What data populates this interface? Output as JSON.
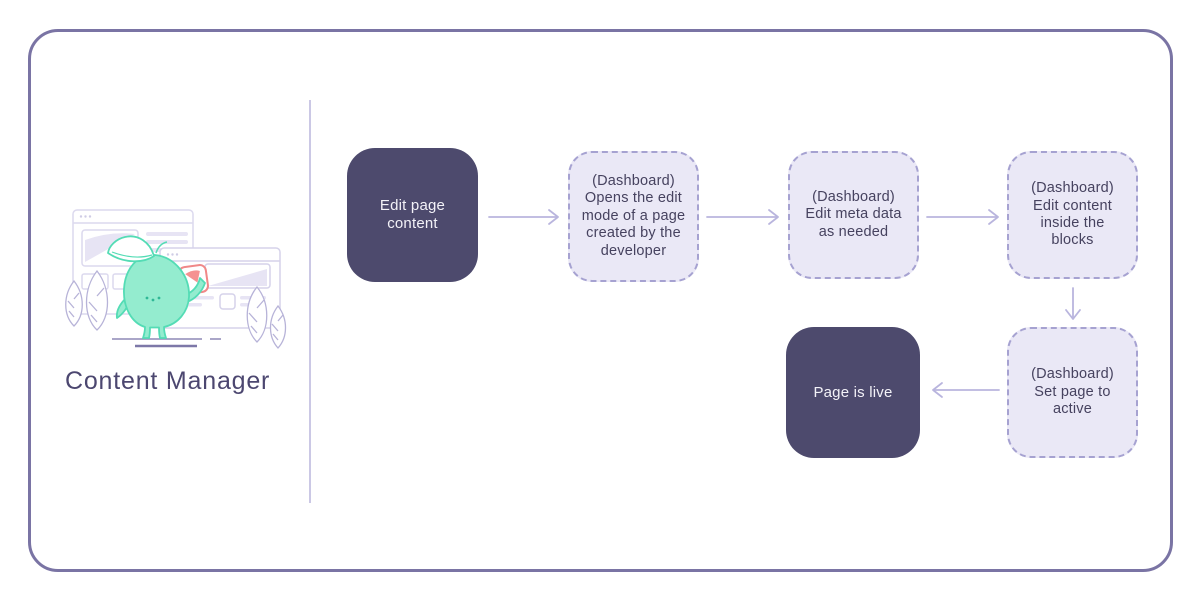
{
  "panel": {
    "title": "Content Manager"
  },
  "flowchart": {
    "nodes": [
      {
        "id": "edit-page-content",
        "style": "solid",
        "label": "Edit page\ncontent"
      },
      {
        "id": "opens-edit-mode",
        "style": "dashed",
        "label": "(Dashboard)\nOpens the edit\nmode of a page\ncreated by the\ndeveloper"
      },
      {
        "id": "edit-meta-data",
        "style": "dashed",
        "label": "(Dashboard)\nEdit meta data\nas needed"
      },
      {
        "id": "edit-content-blocks",
        "style": "dashed",
        "label": "(Dashboard)\nEdit content\ninside the\nblocks"
      },
      {
        "id": "page-is-live",
        "style": "solid",
        "label": "Page is live"
      },
      {
        "id": "set-page-active",
        "style": "dashed",
        "label": "(Dashboard)\nSet page to\nactive"
      }
    ],
    "connections": [
      {
        "from": "edit-page-content",
        "to": "opens-edit-mode",
        "direction": "right"
      },
      {
        "from": "opens-edit-mode",
        "to": "edit-meta-data",
        "direction": "right"
      },
      {
        "from": "edit-meta-data",
        "to": "edit-content-blocks",
        "direction": "right"
      },
      {
        "from": "edit-content-blocks",
        "to": "set-page-active",
        "direction": "down"
      },
      {
        "from": "set-page-active",
        "to": "page-is-live",
        "direction": "left"
      }
    ]
  },
  "colors": {
    "frame_border": "#7a74a4",
    "solid_node_bg": "#4d4a6d",
    "solid_node_text": "#f3f2f8",
    "dashed_node_bg": "#eae8f6",
    "dashed_node_border": "#a6a2d1",
    "dashed_node_text": "#46425f",
    "arrow": "#b9b5de",
    "divider": "#cbc8e5",
    "title_text": "#4c4770",
    "illustration_line": "#d9d6ec",
    "plant_line": "#b7b3d8",
    "mascot_fill": "#94eccf",
    "mascot_stroke": "#54dcb5",
    "card_accent": "#f08888"
  }
}
